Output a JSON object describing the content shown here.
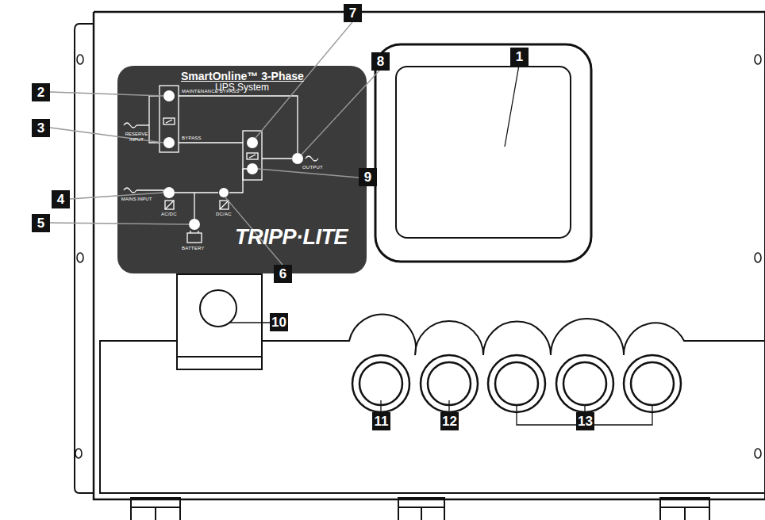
{
  "diagram": {
    "labels": [
      "2",
      "3",
      "4",
      "5",
      "SmartOnline™ 3-Phase",
      "UPS System",
      "MAINTENANCE BYPASS",
      "RESERVE INPUT",
      "BYPASS",
      "MAINS INPUT",
      "AC/DC",
      "DC/AC",
      "BATTERY",
      "OUTPUT",
      "TRIPP·LITE",
      "7",
      "8",
      "1",
      "9",
      "6",
      "10",
      "11",
      "12",
      "13"
    ]
  }
}
